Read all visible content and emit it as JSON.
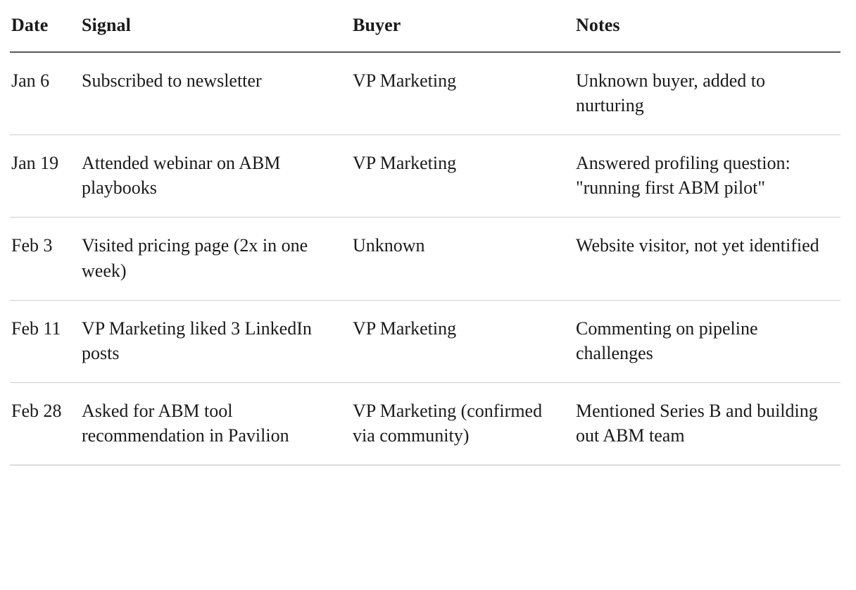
{
  "table": {
    "columns": [
      {
        "key": "date",
        "label": "Date"
      },
      {
        "key": "signal",
        "label": "Signal"
      },
      {
        "key": "buyer",
        "label": "Buyer"
      },
      {
        "key": "notes",
        "label": "Notes"
      }
    ],
    "rows": [
      {
        "date": "Jan 6",
        "signal": "Subscribed to newsletter",
        "buyer": "VP Marketing",
        "notes": "Unknown buyer, added to nurturing"
      },
      {
        "date": "Jan 19",
        "signal": "Attended webinar on ABM playbooks",
        "buyer": "VP Marketing",
        "notes": "Answered profiling question: \"running first ABM pilot\""
      },
      {
        "date": "Feb 3",
        "signal": "Visited pricing page (2x in one week)",
        "buyer": "Unknown",
        "notes": "Website visitor, not yet identified"
      },
      {
        "date": "Feb 11",
        "signal": "VP Marketing liked 3 LinkedIn posts",
        "buyer": "VP Marketing",
        "notes": "Commenting on pipeline challenges"
      },
      {
        "date": "Feb 28",
        "signal": "Asked for ABM tool recommendation in Pavilion",
        "buyer": "VP Marketing (confirmed via community)",
        "notes": "Mentioned Series B and building out ABM team"
      }
    ]
  },
  "styles": {
    "page_background": "#ffffff",
    "text_color": "#1a1a1a",
    "header_rule_color": "#595959",
    "row_rule_color": "#cfcfcf"
  }
}
